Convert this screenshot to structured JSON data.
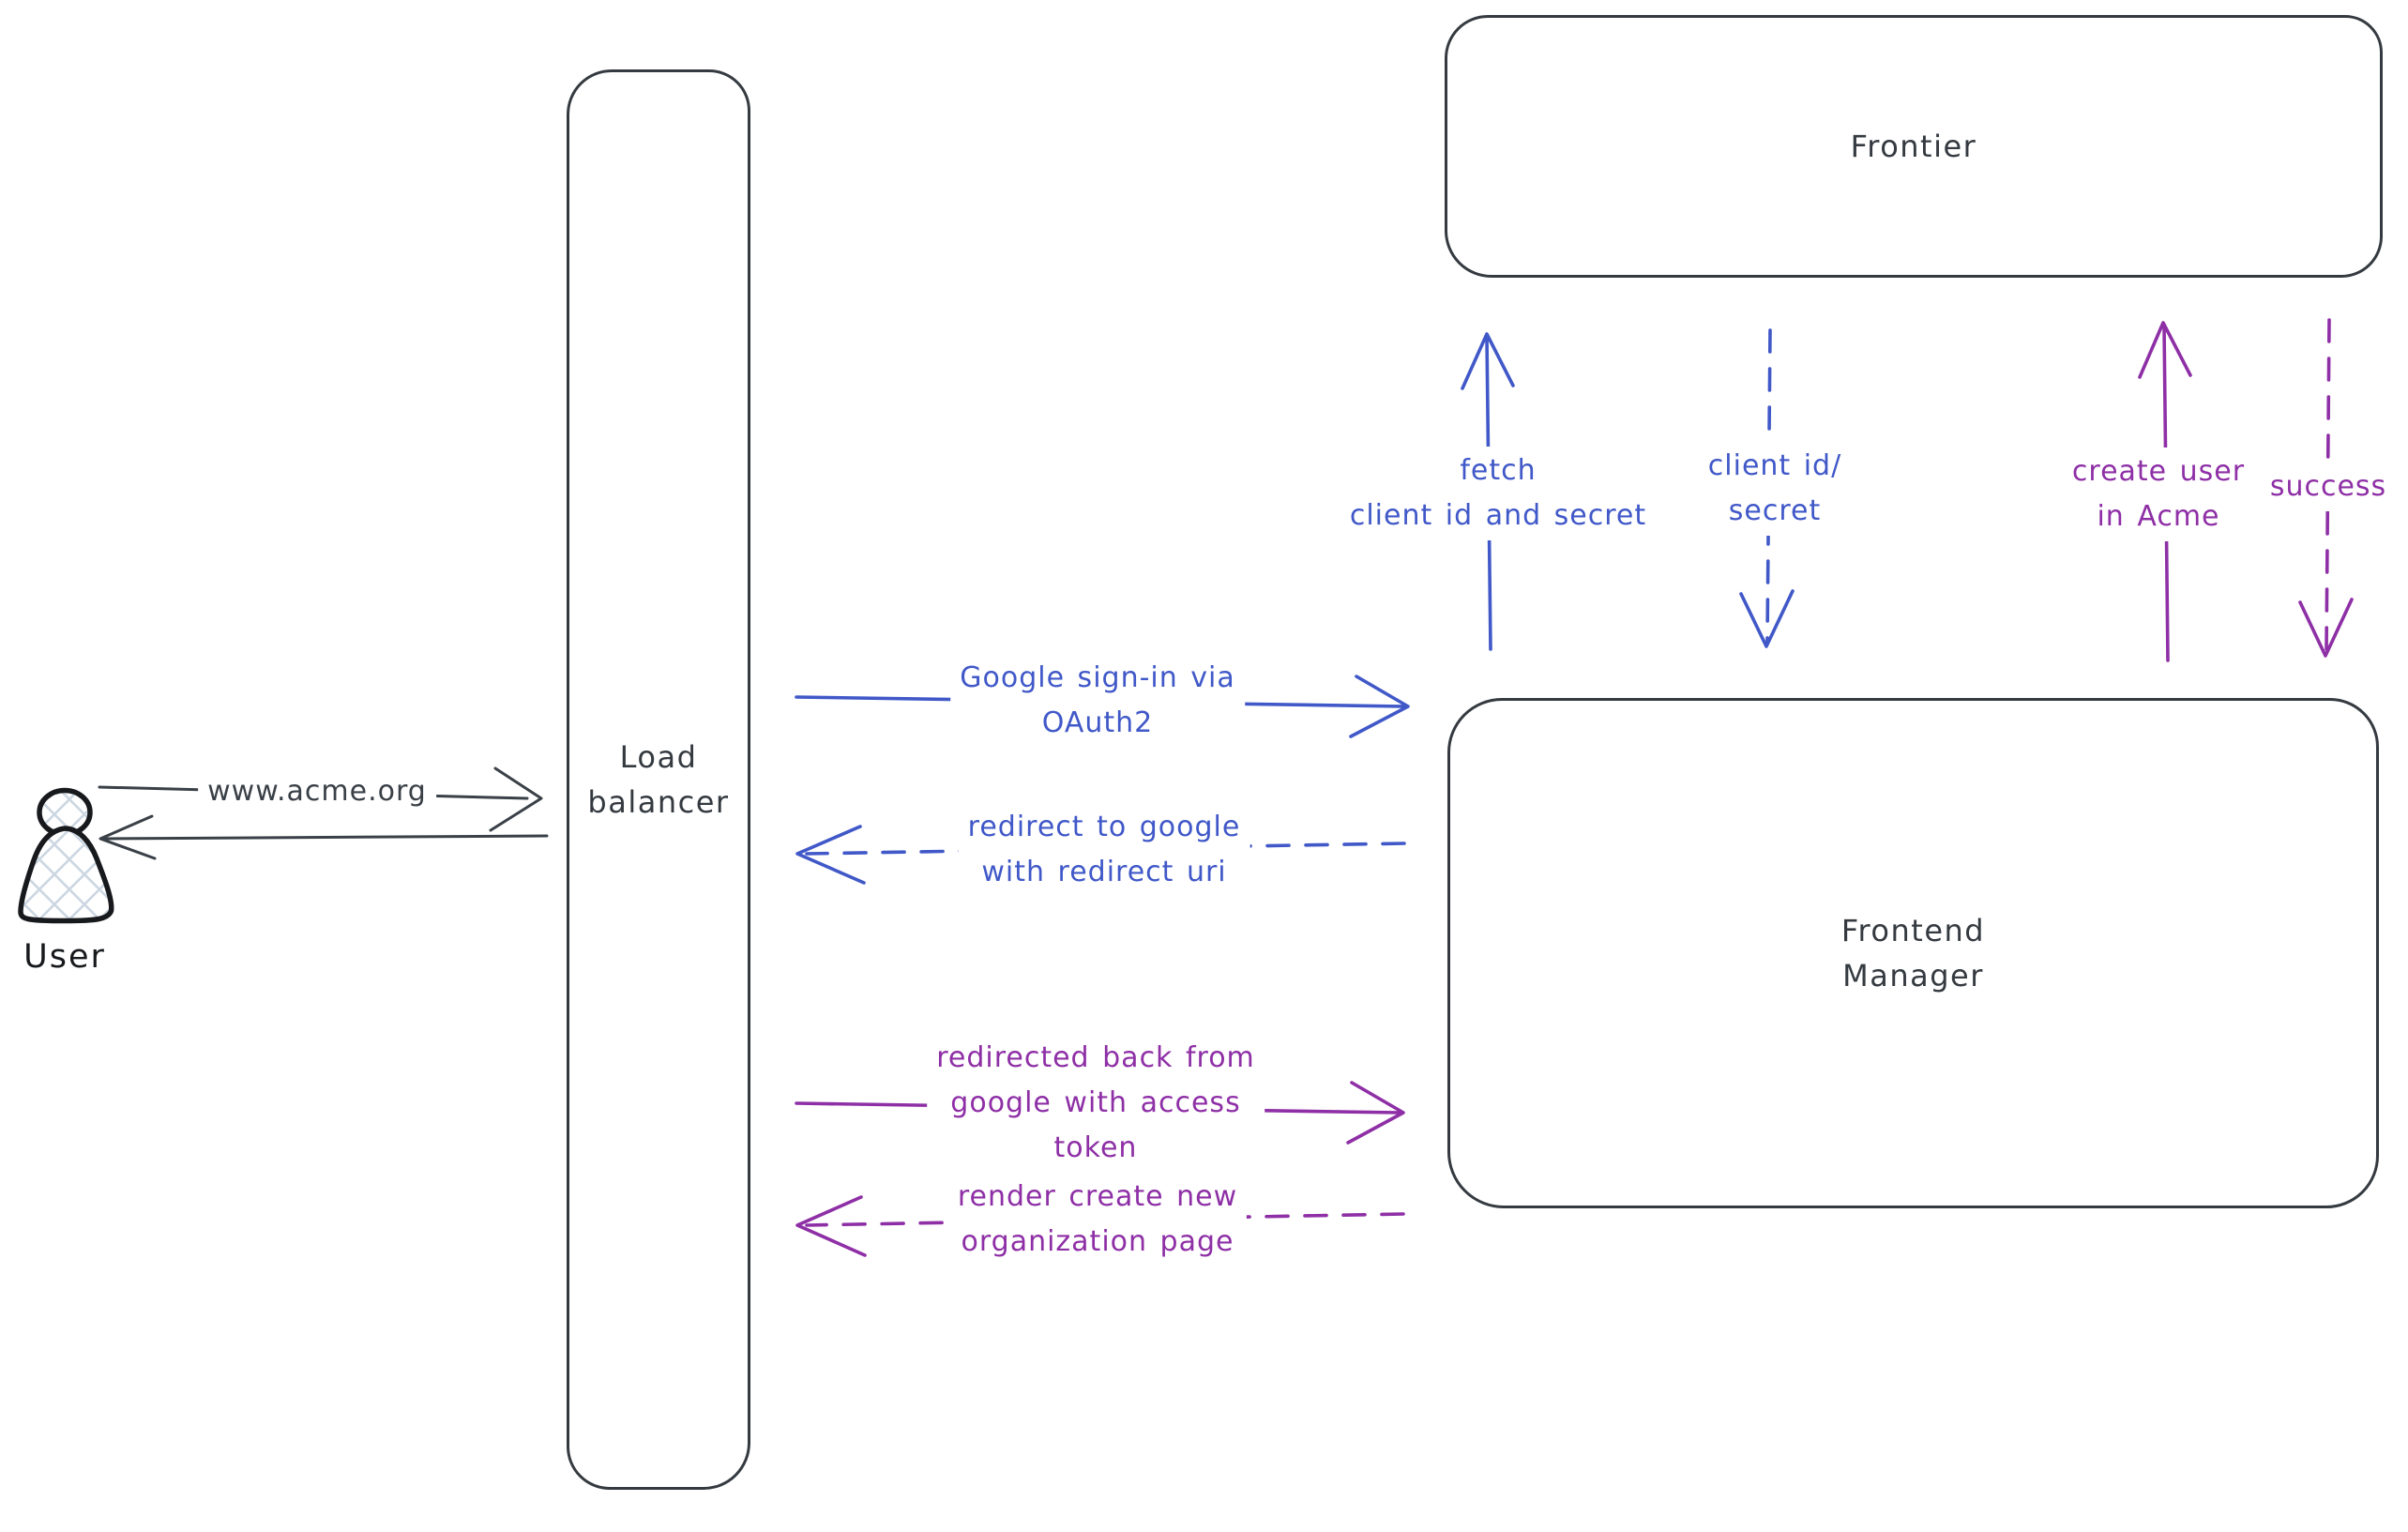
{
  "diagram": {
    "kind": "hand-drawn sequence/architecture diagram",
    "background": "#ffffff"
  },
  "colors": {
    "background": "#ffffff",
    "ink": "#343a40",
    "ink-line": "#3a4047",
    "ink-dark": "#17191c",
    "blue": "#4058c8",
    "purple": "#8e2fa6",
    "crosshatch": "#ccd7e2"
  },
  "nodes": {
    "user": {
      "label": "User"
    },
    "load_balancer": {
      "lines": [
        "Load",
        "balancer"
      ]
    },
    "frontier": {
      "label": "Frontier"
    },
    "frontend_manager": {
      "lines": [
        "Frontend",
        "Manager"
      ]
    }
  },
  "edges": {
    "www_acme": {
      "label": "www.acme.org",
      "style": "solid",
      "color": "ink",
      "from": "user",
      "to": "load_balancer",
      "direction": "right"
    },
    "lb_return_to_user": {
      "label": "",
      "style": "solid",
      "color": "ink",
      "from": "load_balancer",
      "to": "user",
      "direction": "left"
    },
    "google_signin": {
      "lines": [
        "Google sign-in via",
        "OAuth2"
      ],
      "style": "solid",
      "color": "blue",
      "from": "load_balancer",
      "to": "frontend_manager",
      "direction": "right"
    },
    "redirect_to_google": {
      "lines": [
        "redirect to google",
        "with redirect uri"
      ],
      "style": "dashed",
      "color": "blue",
      "from": "frontend_manager",
      "to": "load_balancer",
      "direction": "left"
    },
    "redirected_back": {
      "lines": [
        "redirected back from",
        "google with access",
        "token"
      ],
      "style": "solid",
      "color": "purple",
      "from": "load_balancer",
      "to": "frontend_manager",
      "direction": "right"
    },
    "render_create_new": {
      "lines": [
        "render create new",
        "organization page"
      ],
      "style": "dashed",
      "color": "purple",
      "from": "frontend_manager",
      "to": "load_balancer",
      "direction": "left"
    },
    "fetch_client": {
      "lines": [
        "fetch",
        "client id and secret"
      ],
      "style": "solid",
      "color": "blue",
      "from": "frontend_manager",
      "to": "frontier",
      "direction": "up"
    },
    "client_id_secret": {
      "lines": [
        "client id/",
        "secret"
      ],
      "style": "dashed",
      "color": "blue",
      "from": "frontier",
      "to": "frontend_manager",
      "direction": "down"
    },
    "create_user": {
      "lines": [
        "create user",
        "in Acme"
      ],
      "style": "solid",
      "color": "purple",
      "from": "frontend_manager",
      "to": "frontier",
      "direction": "up"
    },
    "success": {
      "label": "success",
      "style": "dashed",
      "color": "purple",
      "from": "frontier",
      "to": "frontend_manager",
      "direction": "down"
    }
  }
}
